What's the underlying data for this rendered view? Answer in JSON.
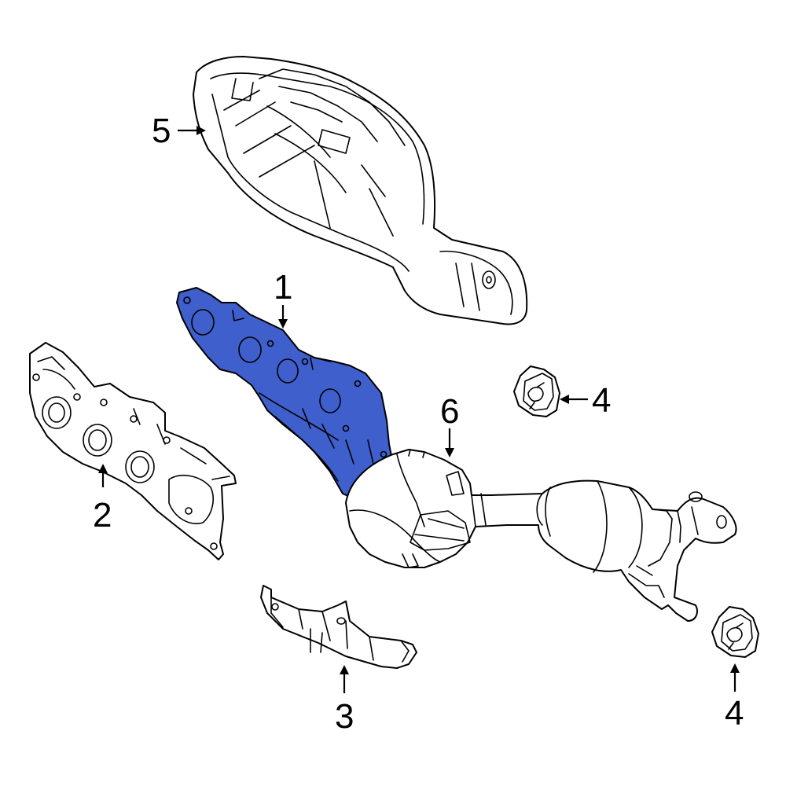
{
  "colors": {
    "highlight": "#3F5FCC",
    "line": "#000000",
    "background": "#ffffff"
  },
  "callouts": {
    "one": "1",
    "two": "2",
    "three": "3",
    "four_a": "4",
    "four_b": "4",
    "five": "5",
    "six": "6"
  }
}
